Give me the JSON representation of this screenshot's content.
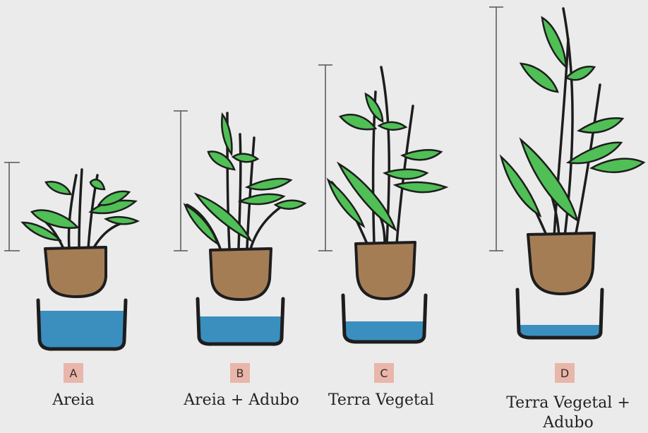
{
  "colors": {
    "background": "#ebebeb",
    "leaf": "#4fbf56",
    "leaf_light": "#7fd77b",
    "stem": "#1d1d1d",
    "pot": "#a57d55",
    "water": "#3a8fbf",
    "badge": "#e9b6ab",
    "ruler": "#555555"
  },
  "plants": [
    {
      "letter": "A",
      "label": "Areia"
    },
    {
      "letter": "B",
      "label": "Areia + Adubo"
    },
    {
      "letter": "C",
      "label": "Terra Vegetal"
    },
    {
      "letter": "D",
      "label": "Terra Vegetal + Adubo"
    }
  ]
}
